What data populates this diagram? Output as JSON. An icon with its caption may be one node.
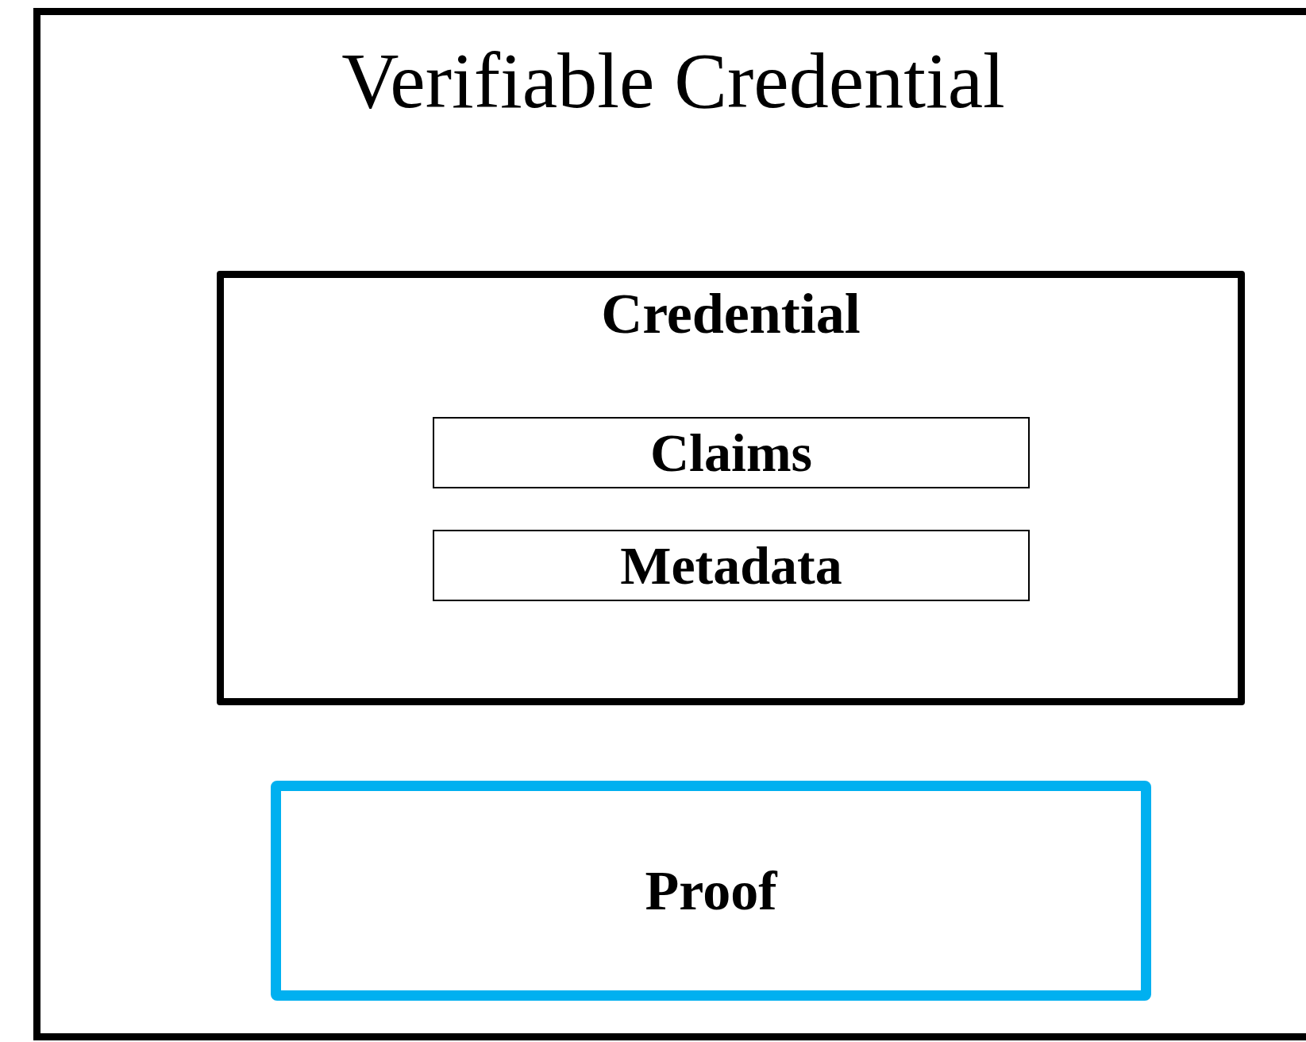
{
  "diagram": {
    "nodes": [
      {
        "text": [
          "Verifiable Credential"
        ]
      },
      {
        "text": [
          "Credential"
        ],
        "in": 0
      },
      {
        "text": [
          "Claims"
        ],
        "in": 1
      },
      {
        "text": [
          "Metadata"
        ],
        "in": 1
      },
      {
        "text": [
          "Proof"
        ],
        "in": 0
      }
    ]
  }
}
